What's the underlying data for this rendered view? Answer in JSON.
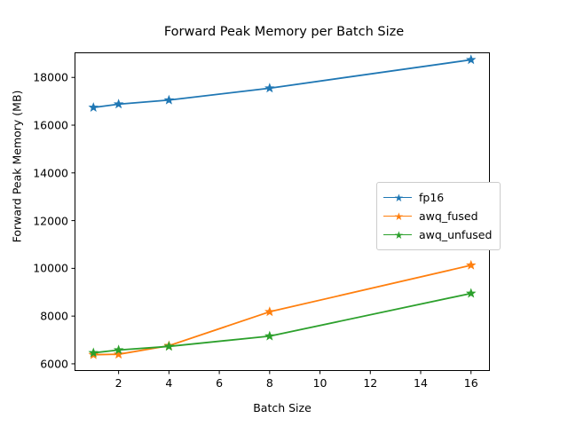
{
  "chart_data": {
    "type": "line",
    "title": "Forward Peak Memory per Batch Size",
    "xlabel": "Batch Size",
    "ylabel": "Forward Peak Memory (MB)",
    "x": [
      1,
      2,
      4,
      8,
      16
    ],
    "xlim": [
      0.25,
      16.75
    ],
    "ylim": [
      5700,
      19050
    ],
    "xticks": [
      2,
      4,
      6,
      8,
      10,
      12,
      14,
      16
    ],
    "xtick_labels": [
      "2",
      "4",
      "6",
      "8",
      "10",
      "12",
      "14",
      "16"
    ],
    "yticks": [
      6000,
      8000,
      10000,
      12000,
      14000,
      16000,
      18000
    ],
    "ytick_labels": [
      "6000",
      "8000",
      "10000",
      "12000",
      "14000",
      "16000",
      "18000"
    ],
    "grid": false,
    "legend_position": "center right",
    "marker": "star",
    "series": [
      {
        "name": "fp16",
        "color": "#1f77b4",
        "values": [
          16740,
          16880,
          17050,
          17550,
          18740
        ]
      },
      {
        "name": "awq_fused",
        "color": "#ff7f0e",
        "values": [
          6380,
          6400,
          6760,
          8180,
          10130
        ]
      },
      {
        "name": "awq_unfused",
        "color": "#2ca02c",
        "values": [
          6460,
          6580,
          6730,
          7160,
          8950
        ]
      }
    ]
  },
  "legend": {
    "items": [
      {
        "label": "fp16"
      },
      {
        "label": "awq_fused"
      },
      {
        "label": "awq_unfused"
      }
    ]
  }
}
